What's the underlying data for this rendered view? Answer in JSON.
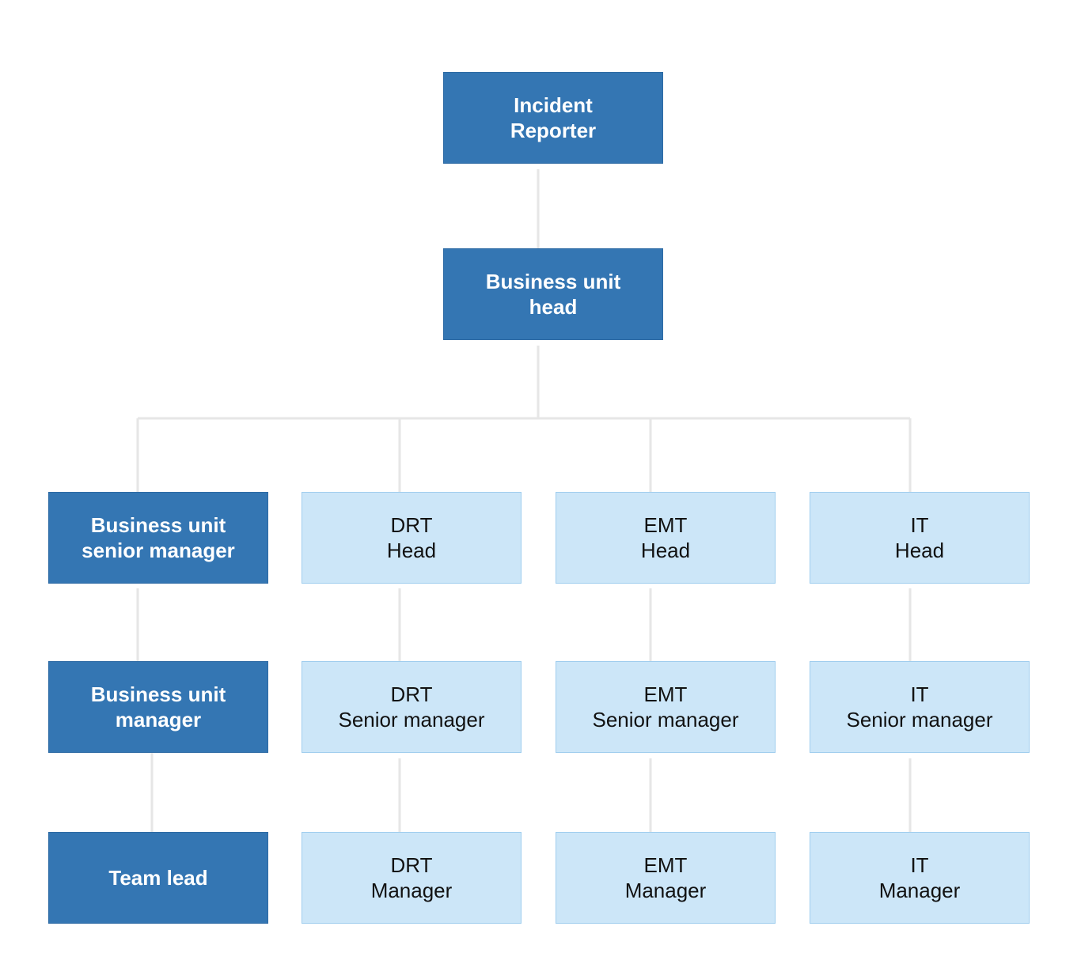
{
  "colors": {
    "dark_box": "#3476b3",
    "light_box": "#cce6f8",
    "light_border": "#9fcdee",
    "connector": "#e6e6e6"
  },
  "nodes": {
    "incident_reporter": [
      "Incident",
      "Reporter"
    ],
    "business_unit_head": [
      "Business unit",
      "head"
    ],
    "business_unit_senior_manager": [
      "Business unit",
      "senior manager"
    ],
    "business_unit_manager": [
      "Business unit",
      "manager"
    ],
    "team_lead": [
      "Team lead"
    ],
    "drt_head": [
      "DRT",
      "Head"
    ],
    "drt_senior_manager": [
      "DRT",
      "Senior manager"
    ],
    "drt_manager": [
      "DRT",
      "Manager"
    ],
    "emt_head": [
      "EMT",
      "Head"
    ],
    "emt_senior_manager": [
      "EMT",
      "Senior manager"
    ],
    "emt_manager": [
      "EMT",
      "Manager"
    ],
    "it_head": [
      "IT",
      "Head"
    ],
    "it_senior_manager": [
      "IT",
      "Senior manager"
    ],
    "it_manager": [
      "IT",
      "Manager"
    ]
  }
}
